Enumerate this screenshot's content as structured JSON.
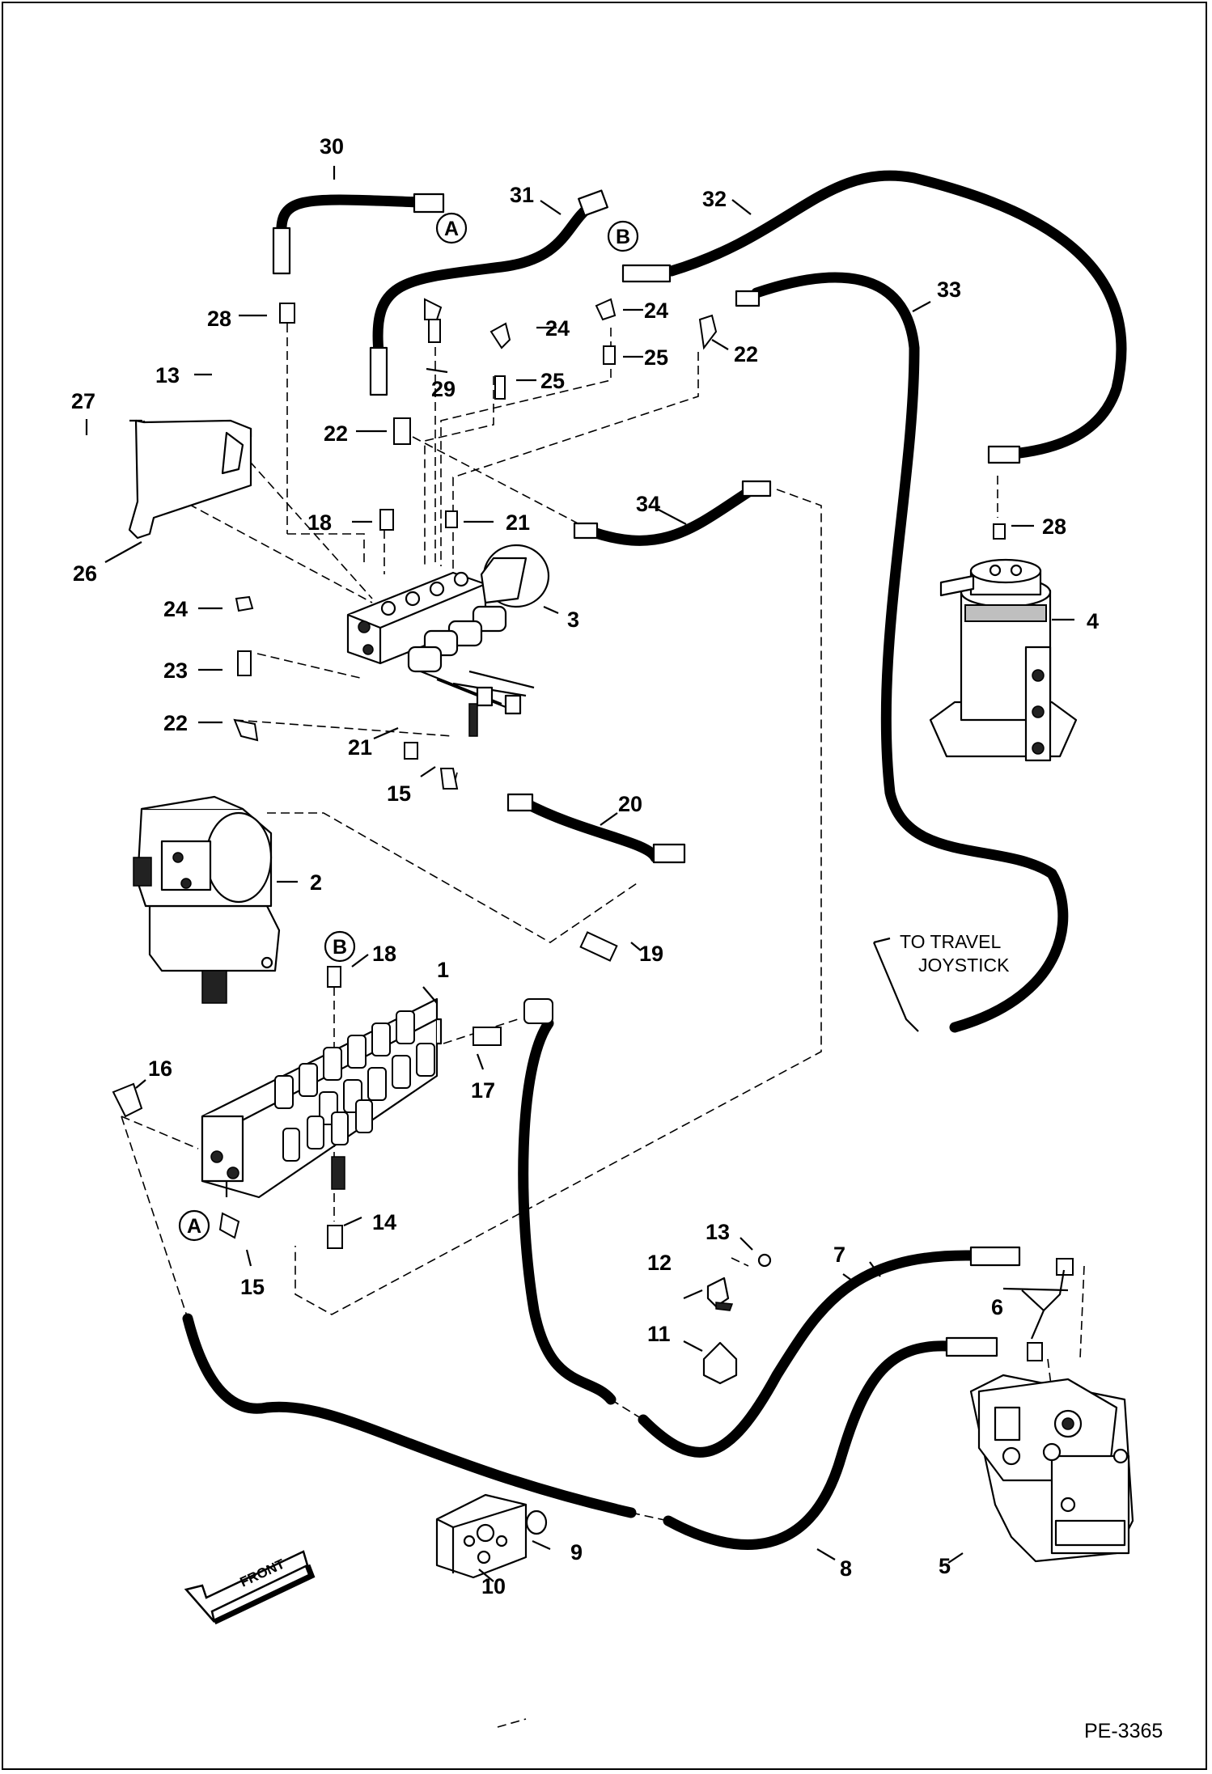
{
  "diagram": {
    "code": "PE-3365",
    "travel_note": "TO TRAVEL\nJOYSTICK",
    "front_label": "FRONT",
    "connectors": {
      "a": "A",
      "b": "B"
    },
    "callouts": [
      "1",
      "2",
      "3",
      "4",
      "5",
      "6",
      "7",
      "8",
      "9",
      "10",
      "11",
      "12",
      "13",
      "14",
      "15",
      "16",
      "17",
      "18",
      "19",
      "20",
      "21",
      "22",
      "23",
      "24",
      "25",
      "26",
      "27",
      "28",
      "29",
      "30",
      "31",
      "32",
      "33",
      "34"
    ]
  }
}
